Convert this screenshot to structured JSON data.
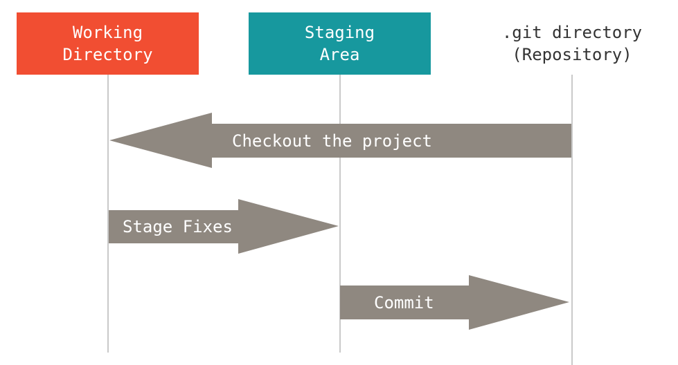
{
  "columns": {
    "working": {
      "line1": "Working",
      "line2": "Directory",
      "color": "#f14e32"
    },
    "staging": {
      "line1": "Staging",
      "line2": "Area",
      "color": "#17989e"
    },
    "git": {
      "line1": ".git directory",
      "line2": "(Repository)"
    }
  },
  "arrows": {
    "checkout": {
      "label": "Checkout the project",
      "from": "git",
      "to": "working"
    },
    "stage": {
      "label": "Stage Fixes",
      "from": "working",
      "to": "staging"
    },
    "commit": {
      "label": "Commit",
      "from": "staging",
      "to": "git"
    }
  },
  "colors": {
    "arrow": "#8f8880",
    "lane": "#c9c9c9",
    "box_text": "#ffffff",
    "plain_text": "#333333"
  }
}
